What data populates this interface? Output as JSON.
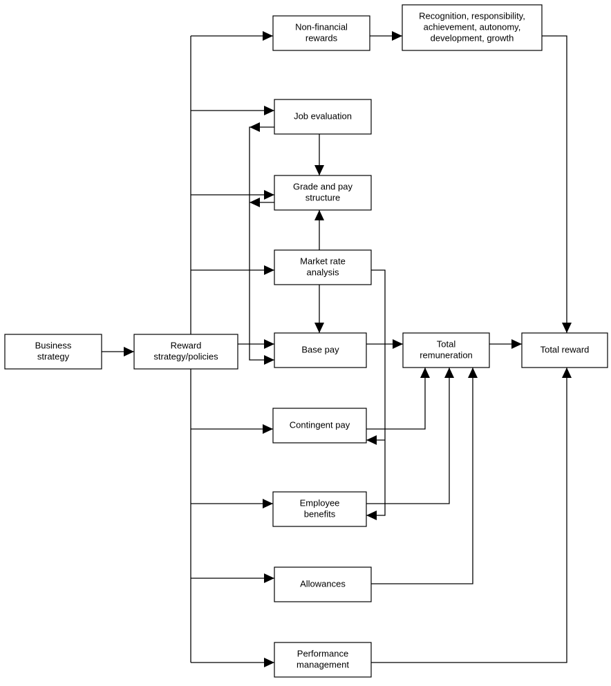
{
  "nodes": {
    "business_strategy": {
      "lines": [
        "Business",
        "strategy"
      ]
    },
    "reward_strategy": {
      "lines": [
        "Reward",
        "strategy/policies"
      ]
    },
    "non_financial_rewards": {
      "lines": [
        "Non-financial",
        "rewards"
      ]
    },
    "recognition": {
      "lines": [
        "Recognition, responsibility,",
        "achievement, autonomy,",
        "development,  growth"
      ]
    },
    "job_evaluation": {
      "lines": [
        "Job evaluation"
      ]
    },
    "grade_pay_structure": {
      "lines": [
        "Grade and pay",
        "structure"
      ]
    },
    "market_rate_analysis": {
      "lines": [
        "Market rate",
        "analysis"
      ]
    },
    "base_pay": {
      "lines": [
        "Base pay"
      ]
    },
    "total_remuneration": {
      "lines": [
        "Total",
        "remuneration"
      ]
    },
    "total_reward": {
      "lines": [
        "Total reward"
      ]
    },
    "contingent_pay": {
      "lines": [
        "Contingent pay"
      ]
    },
    "employee_benefits": {
      "lines": [
        "Employee",
        "benefits"
      ]
    },
    "allowances": {
      "lines": [
        "Allowances"
      ]
    },
    "performance_management": {
      "lines": [
        "Performance",
        "management"
      ]
    }
  },
  "connections": [
    {
      "from": "business_strategy",
      "to": "reward_strategy"
    },
    {
      "from": "reward_strategy",
      "to": "non_financial_rewards"
    },
    {
      "from": "reward_strategy",
      "to": "job_evaluation"
    },
    {
      "from": "reward_strategy",
      "to": "grade_pay_structure"
    },
    {
      "from": "reward_strategy",
      "to": "market_rate_analysis"
    },
    {
      "from": "reward_strategy",
      "to": "base_pay"
    },
    {
      "from": "reward_strategy",
      "to": "contingent_pay"
    },
    {
      "from": "reward_strategy",
      "to": "employee_benefits"
    },
    {
      "from": "reward_strategy",
      "to": "allowances"
    },
    {
      "from": "reward_strategy",
      "to": "performance_management"
    },
    {
      "from": "non_financial_rewards",
      "to": "recognition"
    },
    {
      "from": "recognition",
      "to": "total_reward"
    },
    {
      "from": "job_evaluation",
      "to": "grade_pay_structure"
    },
    {
      "from": "job_evaluation",
      "to": "base_pay"
    },
    {
      "from": "market_rate_analysis",
      "to": "grade_pay_structure"
    },
    {
      "from": "market_rate_analysis",
      "to": "base_pay"
    },
    {
      "from": "market_rate_analysis",
      "to": "contingent_pay"
    },
    {
      "from": "market_rate_analysis",
      "to": "employee_benefits"
    },
    {
      "from": "base_pay",
      "to": "total_remuneration"
    },
    {
      "from": "contingent_pay",
      "to": "total_remuneration"
    },
    {
      "from": "employee_benefits",
      "to": "total_remuneration"
    },
    {
      "from": "allowances",
      "to": "total_remuneration"
    },
    {
      "from": "total_remuneration",
      "to": "total_reward"
    },
    {
      "from": "performance_management",
      "to": "total_reward"
    }
  ]
}
